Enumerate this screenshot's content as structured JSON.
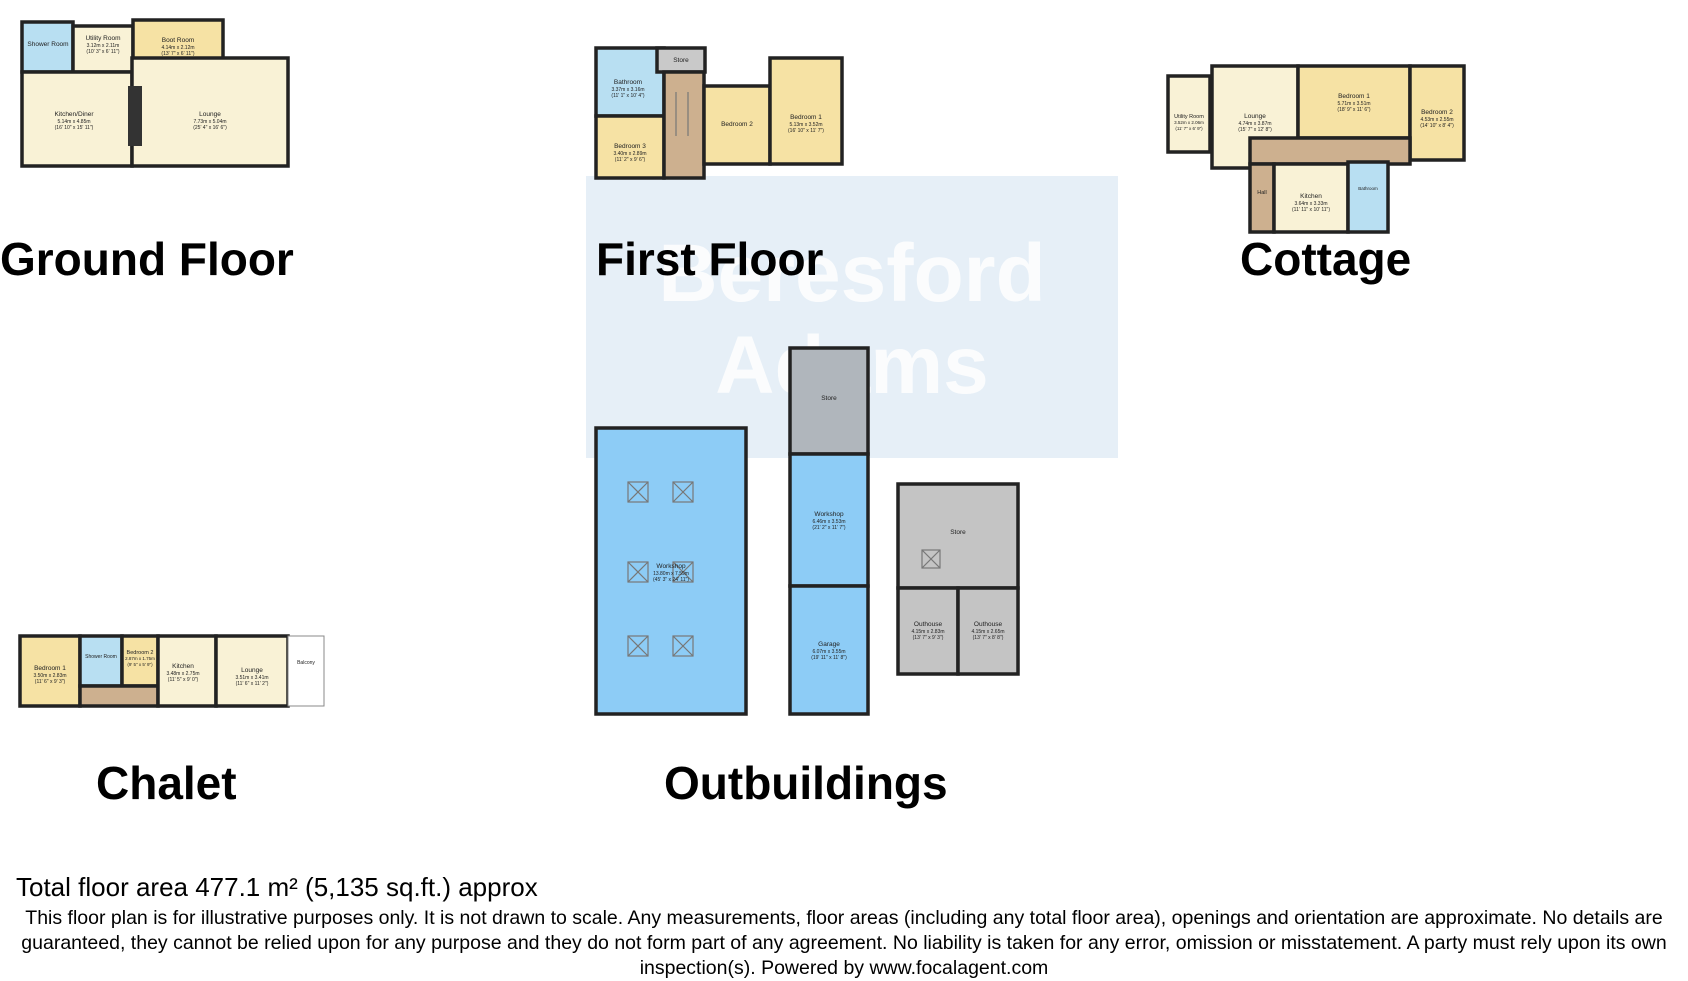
{
  "watermark": {
    "line1": "Beresford",
    "line2": "Adams"
  },
  "sections": {
    "ground_floor": "Ground Floor",
    "first_floor": "First Floor",
    "cottage": "Cottage",
    "chalet": "Chalet",
    "outbuildings": "Outbuildings"
  },
  "rooms": {
    "gf_shower": {
      "name": "Shower Room",
      "dim": ""
    },
    "gf_utility": {
      "name": "Utility Room",
      "dim": "3.12m x 2.11m",
      "imp": "(10' 3\" x 6' 11\")"
    },
    "gf_boot": {
      "name": "Boot Room",
      "dim": "4.14m x 2.12m",
      "imp": "(13' 7\" x 6' 11\")"
    },
    "gf_kitchen": {
      "name": "Kitchen/Diner",
      "dim": "5.14m x 4.85m",
      "imp": "(16' 10\" x 15' 11\")"
    },
    "gf_lounge": {
      "name": "Lounge",
      "dim": "7.73m x 5.04m",
      "imp": "(25' 4\" x 16' 6\")"
    },
    "ff_bath": {
      "name": "Bathroom",
      "dim": "3.37m x 3.16m",
      "imp": "(11' 1\" x 10' 4\")"
    },
    "ff_store": {
      "name": "Store"
    },
    "ff_bed3": {
      "name": "Bedroom 3",
      "dim": "3.40m x 2.89m",
      "imp": "(11' 2\" x 9' 6\")"
    },
    "ff_bed2": {
      "name": "Bedroom 2"
    },
    "ff_bed1": {
      "name": "Bedroom 1",
      "dim": "5.13m x 3.52m",
      "imp": "(16' 10\" x 11' 7\")"
    },
    "c_utility": {
      "name": "Utility Room",
      "dim": "3.52m x 2.06m",
      "imp": "(11' 7\" x 6' 9\")"
    },
    "c_lounge": {
      "name": "Lounge",
      "dim": "4.74m x 3.87m",
      "imp": "(15' 7\" x 12' 8\")"
    },
    "c_bed1": {
      "name": "Bedroom 1",
      "dim": "5.71m x 3.51m",
      "imp": "(18' 9\" x 11' 6\")"
    },
    "c_bed2": {
      "name": "Bedroom 2",
      "dim": "4.53m x 2.55m",
      "imp": "(14' 10\" x 8' 4\")"
    },
    "c_hall": {
      "name": "Hall"
    },
    "c_kitchen": {
      "name": "Kitchen",
      "dim": "3.64m x 3.33m",
      "imp": "(11' 11\" x 10' 11\")"
    },
    "c_bath": {
      "name": "Bathroom"
    },
    "ch_bed1": {
      "name": "Bedroom 1",
      "dim": "3.50m x 2.83m",
      "imp": "(11' 6\" x 9' 3\")"
    },
    "ch_shower": {
      "name": "Shower Room"
    },
    "ch_bed2": {
      "name": "Bedroom 2",
      "dim": "2.87m x 1.75m",
      "imp": "(9' 5\" x 5' 9\")"
    },
    "ch_kitchen": {
      "name": "Kitchen",
      "dim": "3.48m x 2.75m",
      "imp": "(11' 5\" x 9' 0\")"
    },
    "ch_lounge": {
      "name": "Lounge",
      "dim": "3.51m x 3.41m",
      "imp": "(11' 6\" x 11' 2\")"
    },
    "ch_balcony": {
      "name": "Balcony"
    },
    "o_workshop1": {
      "name": "Workshop",
      "dim": "13.80m x 7.59m",
      "imp": "(45' 3\" x 24' 11\")"
    },
    "o_store1": {
      "name": "Store"
    },
    "o_workshop2": {
      "name": "Workshop",
      "dim": "6.46m x 3.53m",
      "imp": "(21' 2\" x 11' 7\")"
    },
    "o_garage": {
      "name": "Garage",
      "dim": "6.07m x 3.55m",
      "imp": "(19' 11\" x 11' 8\")"
    },
    "o_store2": {
      "name": "Store"
    },
    "o_outhouse1": {
      "name": "Outhouse",
      "dim": "4.15m x 2.83m",
      "imp": "(13' 7\" x 9' 3\")"
    },
    "o_outhouse2": {
      "name": "Outhouse",
      "dim": "4.15m x 2.65m",
      "imp": "(13' 7\" x 8' 8\")"
    }
  },
  "footer": {
    "total": "Total floor area 477.1 m² (5,135 sq.ft.) approx",
    "disclaimer": "This floor plan is for illustrative purposes only. It is not drawn to scale. Any measurements, floor areas (including any total floor area), openings and orientation are approximate. No details are guaranteed, they cannot be relied upon for any purpose and they do not form part of any agreement. No liability is taken for any error, omission or misstatement. A party must rely upon its own inspection(s). Powered by www.focalagent.com"
  },
  "colors": {
    "living": "#f9f2d6",
    "bedroom": "#f6e2a4",
    "wet_room": "#b8dff2",
    "hall": "#cdb08f",
    "store": "#b0b6bc",
    "workshop": "#8dccf6",
    "outhouse": "#c4c4c4",
    "kitchen_grey": "#c9c9c9",
    "wall": "#222222"
  }
}
